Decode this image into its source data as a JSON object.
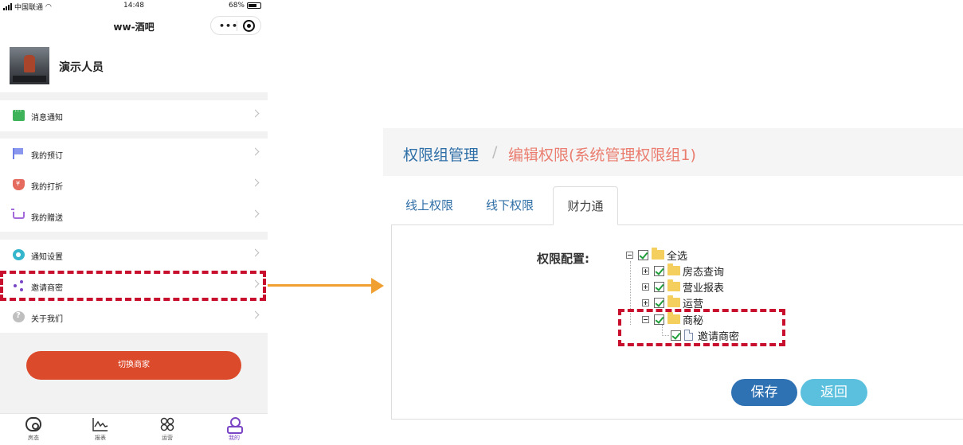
{
  "phone": {
    "status_bar": {
      "carrier": "中国联通",
      "time": "14:48",
      "battery": "68%"
    },
    "nav_title": "ww-酒吧",
    "capsule_more": "•••",
    "profile": {
      "name": "演示人员"
    },
    "menu_groups": [
      [
        {
          "icon": "message-icon",
          "label": "消息通知"
        }
      ],
      [
        {
          "icon": "flag-icon",
          "label": "我的预订"
        },
        {
          "icon": "coupon-icon",
          "label": "我的打折"
        },
        {
          "icon": "cart-icon",
          "label": "我的赠送"
        }
      ],
      [
        {
          "icon": "gear-icon",
          "label": "通知设置"
        },
        {
          "icon": "share-icon",
          "label": "邀请商密"
        },
        {
          "icon": "help-icon",
          "label": "关于我们"
        }
      ]
    ],
    "switch_button": "切换商家",
    "tabs": [
      {
        "icon": "eye-icon",
        "label": "房态"
      },
      {
        "icon": "chart-icon",
        "label": "报表"
      },
      {
        "icon": "command-icon",
        "label": "运营"
      },
      {
        "icon": "user-icon",
        "label": "我的",
        "active": true
      }
    ]
  },
  "admin": {
    "breadcrumb": {
      "parent": "权限组管理",
      "separator": "/",
      "current": "编辑权限(系统管理权限组1)"
    },
    "tabs": [
      {
        "label": "线上权限",
        "active": false
      },
      {
        "label": "线下权限",
        "active": false
      },
      {
        "label": "财力通",
        "active": true
      }
    ],
    "perm_label": "权限配置:",
    "tree": {
      "root": "全选",
      "children": [
        "房态查询",
        "营业报表",
        "运营",
        "商秘"
      ],
      "leaf": "邀请商密"
    },
    "buttons": {
      "save": "保存",
      "back": "返回"
    }
  },
  "colors": {
    "accent_blue": "#2f6fa7",
    "breadcrumb_current": "#ea7d6f",
    "switch_button": "#dc4a2c",
    "highlight": "#c8102e",
    "arrow": "#f0a030",
    "save": "#2f72b3",
    "back": "#5bc0de"
  }
}
